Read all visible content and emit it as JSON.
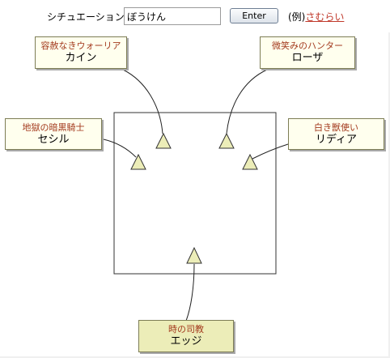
{
  "toolbar": {
    "situation_label": "シチュエーション:",
    "situation_value": "ぼうけん",
    "enter_label": "Enter",
    "example_prefix": "(例)",
    "example_link": "さむらい"
  },
  "stage": {
    "cards": [
      {
        "id": "kain",
        "role": "容赦なきウォーリア",
        "name": "カイン"
      },
      {
        "id": "rosa",
        "role": "微笑みのハンター",
        "name": "ローザ"
      },
      {
        "id": "cecil",
        "role": "地獄の暗黒騎士",
        "name": "セシル"
      },
      {
        "id": "rydia",
        "role": "白き獣使い",
        "name": "リディア"
      },
      {
        "id": "edge",
        "role": "時の司教",
        "name": "エッジ"
      }
    ]
  },
  "colors": {
    "card_bg": "#ffffee",
    "card_bg_south": "#ecedb8",
    "role_text": "#a33a1e",
    "link": "#c0392b",
    "marker_fill": "#ecedb8"
  },
  "icons": {
    "marker": "triangle-marker"
  }
}
